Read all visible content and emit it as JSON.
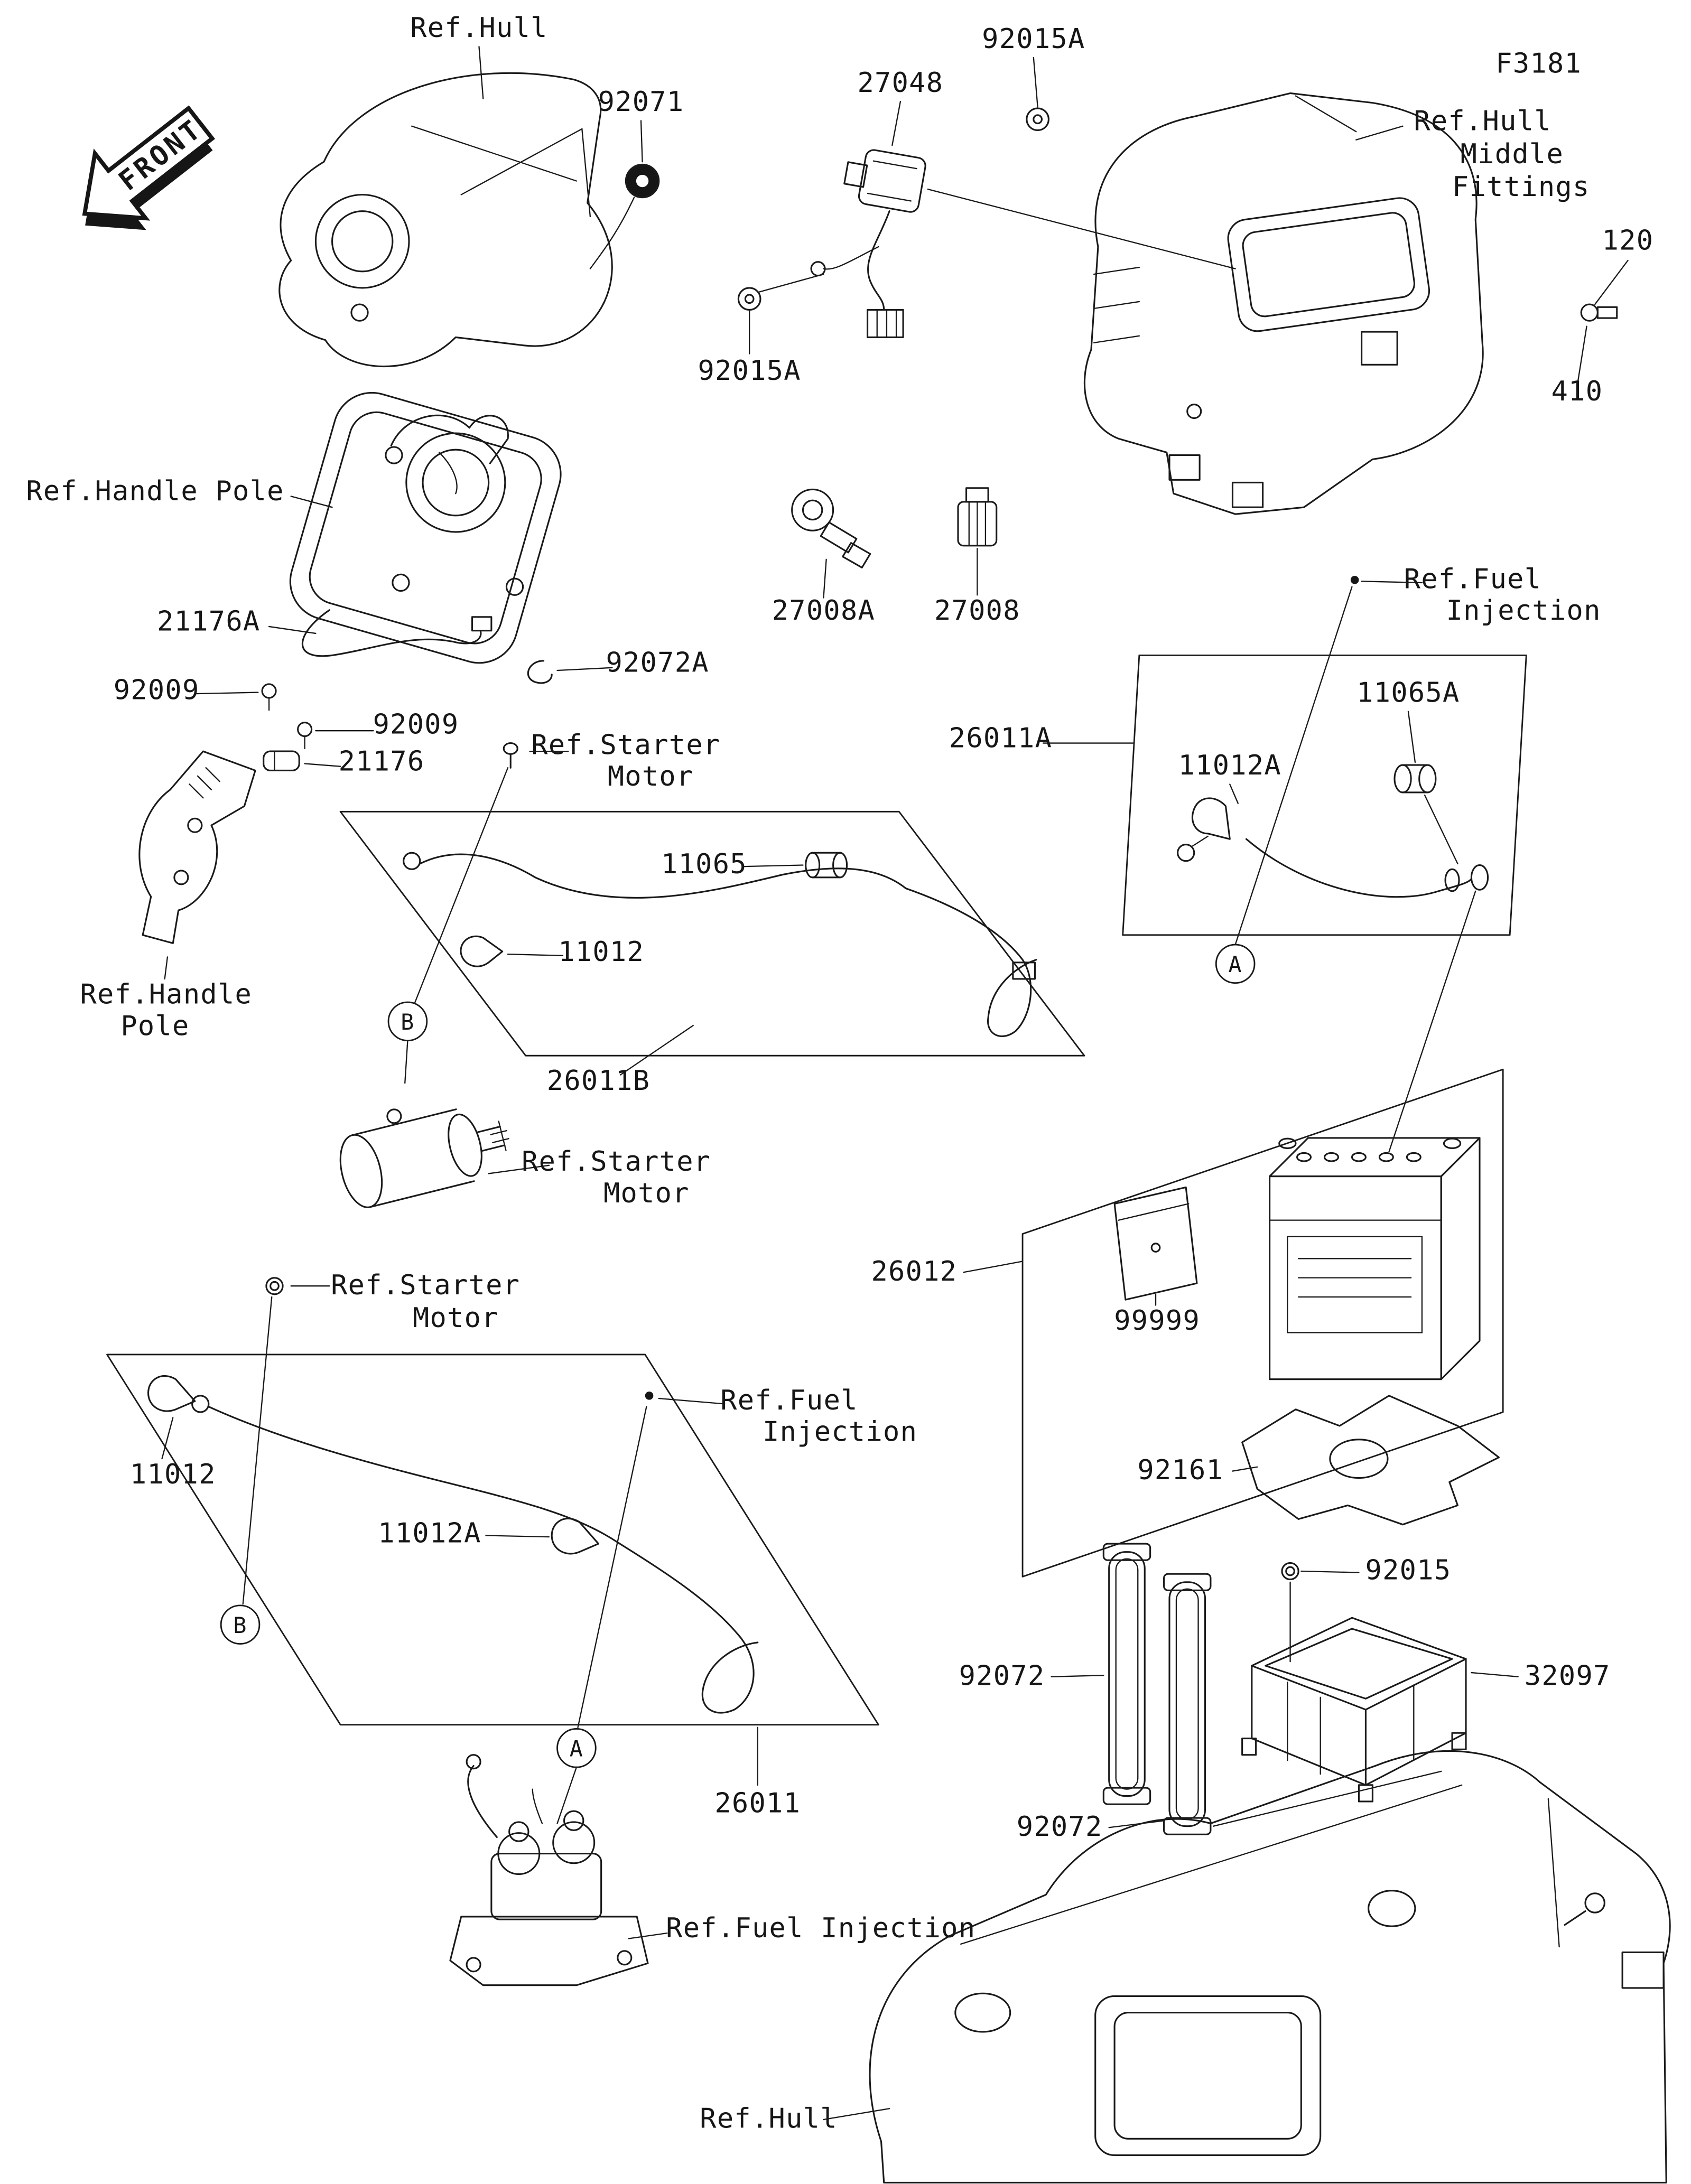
{
  "page": {
    "code": "F3181",
    "front_label": "FRONT"
  },
  "markers": {
    "a": "A",
    "b": "B"
  },
  "labels": {
    "ref_hull_top": "Ref.Hull",
    "part_92071": "92071",
    "part_27048": "27048",
    "part_92015a_top": "92015A",
    "part_92015a_side": "92015A",
    "ref_hull_middle_line1": "Ref.Hull",
    "ref_hull_middle_line2": "Middle",
    "ref_hull_middle_line3": "Fittings",
    "part_120": "120",
    "part_410": "410",
    "ref_handle_pole_top": "Ref.Handle Pole",
    "part_21176a": "21176A",
    "part_92009_upper": "92009",
    "part_92072a": "92072A",
    "part_92009_lower": "92009",
    "part_21176": "21176",
    "ref_starter_motor_top_line1": "Ref.Starter",
    "ref_starter_motor_top_line2": "Motor",
    "ref_fuel_injection_right_line1": "Ref.Fuel",
    "ref_fuel_injection_right_line2": "Injection",
    "part_27008a": "27008A",
    "part_27008": "27008",
    "part_26011a": "26011A",
    "part_11065a": "11065A",
    "part_11012a_upper": "11012A",
    "part_11065": "11065",
    "part_11012_upper": "11012",
    "part_26011b": "26011B",
    "ref_handle_pole_bottom_line1": "Ref.Handle",
    "ref_handle_pole_bottom_line2": "Pole",
    "ref_starter_motor_mid_line1": "Ref.Starter",
    "ref_starter_motor_mid_line2": "Motor",
    "part_26012": "26012",
    "part_99999": "99999",
    "ref_starter_motor_bottom_line1": "Ref.Starter",
    "ref_starter_motor_bottom_line2": "Motor",
    "part_11012_lower": "11012",
    "ref_fuel_injection_mid_line1": "Ref.Fuel",
    "ref_fuel_injection_mid_line2": "Injection",
    "part_11012a_lower": "11012A",
    "part_92161": "92161",
    "part_92015": "92015",
    "part_92072_upper": "92072",
    "part_32097": "32097",
    "part_92072_lower": "92072",
    "part_26011": "26011",
    "ref_fuel_injection_bottom": "Ref.Fuel Injection",
    "ref_hull_bottom": "Ref.Hull"
  }
}
